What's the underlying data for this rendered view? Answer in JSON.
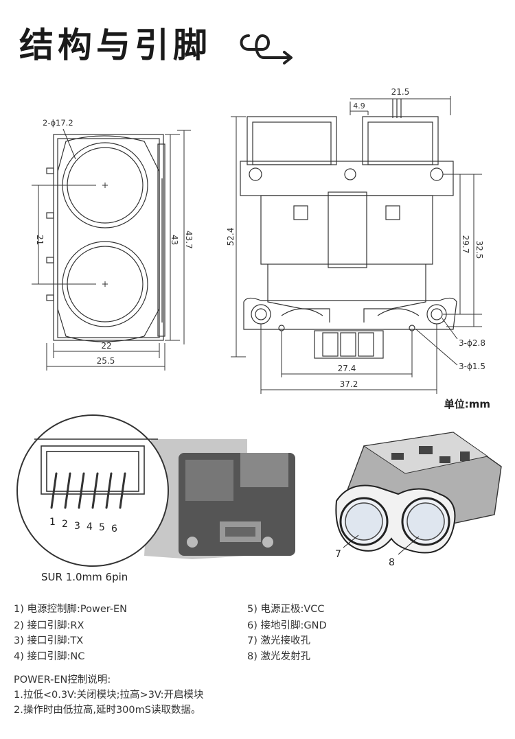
{
  "title": "结构与引脚",
  "dims": {
    "d_big": "2-ϕ17.2",
    "pitch": "21",
    "h43": "43",
    "h437": "43.7",
    "w22": "22",
    "w255": "25.5",
    "h524": "52.4",
    "w215": "21.5",
    "w49": "4.9",
    "h297": "29.7",
    "h325": "32.5",
    "d28": "3-ϕ2.8",
    "d15": "3-ϕ1.5",
    "w274": "27.4",
    "w372": "37.2"
  },
  "unit_label": "单位:mm",
  "connector": {
    "pins": [
      "1",
      "2",
      "3",
      "4",
      "5",
      "6"
    ],
    "label": "SUR 1.0mm  6pin"
  },
  "module_callouts": [
    "7",
    "8"
  ],
  "pin_list_left": [
    "1) 电源控制脚:Power-EN",
    "2) 接口引脚:RX",
    "3) 接口引脚:TX",
    "4) 接口引脚:NC"
  ],
  "pin_list_right": [
    "5) 电源正极:VCC",
    "6) 接地引脚:GND",
    "7) 激光接收孔",
    "8) 激光发射孔"
  ],
  "notes": {
    "heading": "POWER-EN控制说明:",
    "lines": [
      "1.拉低<0.3V:关闭模块;拉高>3V:开启模块",
      "2.操作时由低拉高,延时300mS读取数据。"
    ]
  }
}
